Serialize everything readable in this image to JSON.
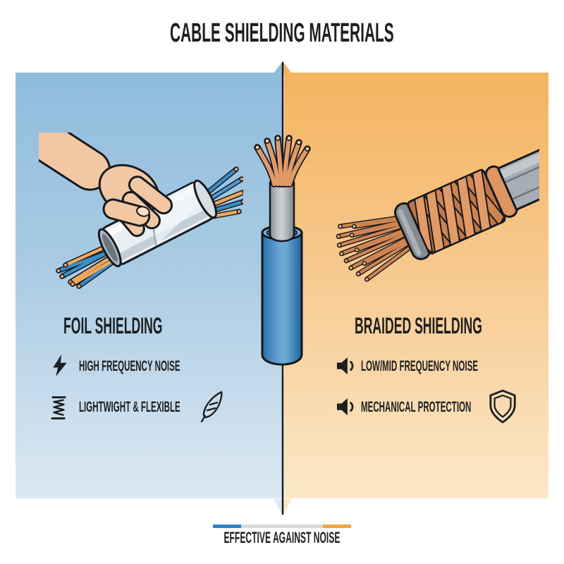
{
  "title": "CABLE SHIELDING MATERIALS",
  "panels": {
    "foil": {
      "heading": "FOIL SHIELDING",
      "illustration": "hand wrapping a foil shield around a bundle of blue and orange wires",
      "features": [
        {
          "icon": "lightning-bolt-icon",
          "label": "HIGH FREQUENCY NOISE"
        },
        {
          "icon": "coil-spring-icon",
          "label": "LIGHTWIGHT & FLEXIBLE",
          "trailing_icon": "feather-icon"
        }
      ],
      "colors": {
        "top": "#8fbcdc",
        "bottom": "#dce8f2"
      }
    },
    "braided": {
      "heading": "BRAIDED SHIELDING",
      "illustration": "cutaway of braided copper shield woven over a gray cable with copper strands",
      "features": [
        {
          "icon": "speaker-icon",
          "label": "LOW/MID FREQUENCY NOISE"
        },
        {
          "icon": "speaker-icon",
          "label": "MECHANICAL PROTECTION",
          "trailing_icon": "shield-icon"
        }
      ],
      "colors": {
        "top": "#f4b45f",
        "bottom": "#fbe8c8"
      }
    }
  },
  "center_illustration": "stripped cable cross-section: blue jacket, gray shield layer, copper wires fanning out",
  "footer": {
    "label": "EFFECTIVE AGAINST NOISE",
    "bar_colors": [
      "#2e86c8",
      "#d8d8d8",
      "#f0a63c"
    ]
  }
}
